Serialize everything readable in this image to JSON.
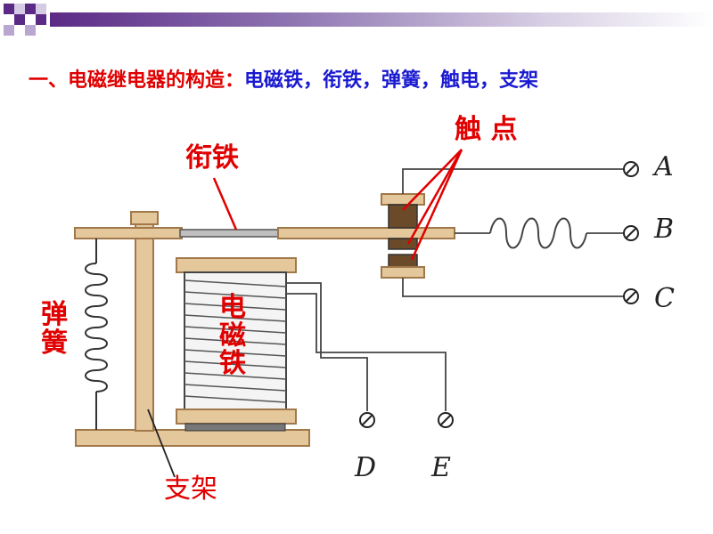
{
  "heading": {
    "part1": "一、电磁继电器的构造：",
    "part2": "电磁铁，衔铁，弹簧，触电，支架"
  },
  "labels": {
    "armature": "衔铁",
    "contacts": "触 点",
    "spring": "弹簧",
    "electromagnet": "电磁铁",
    "bracket": "支架"
  },
  "terminals": [
    "A",
    "B",
    "C",
    "D",
    "E"
  ],
  "colors": {
    "label_red": "#e00000",
    "heading_blue": "#1a1ad0",
    "wood": "#e5c79c",
    "wood_edge": "#a0784a",
    "banner_purple": "#5b2a86"
  }
}
